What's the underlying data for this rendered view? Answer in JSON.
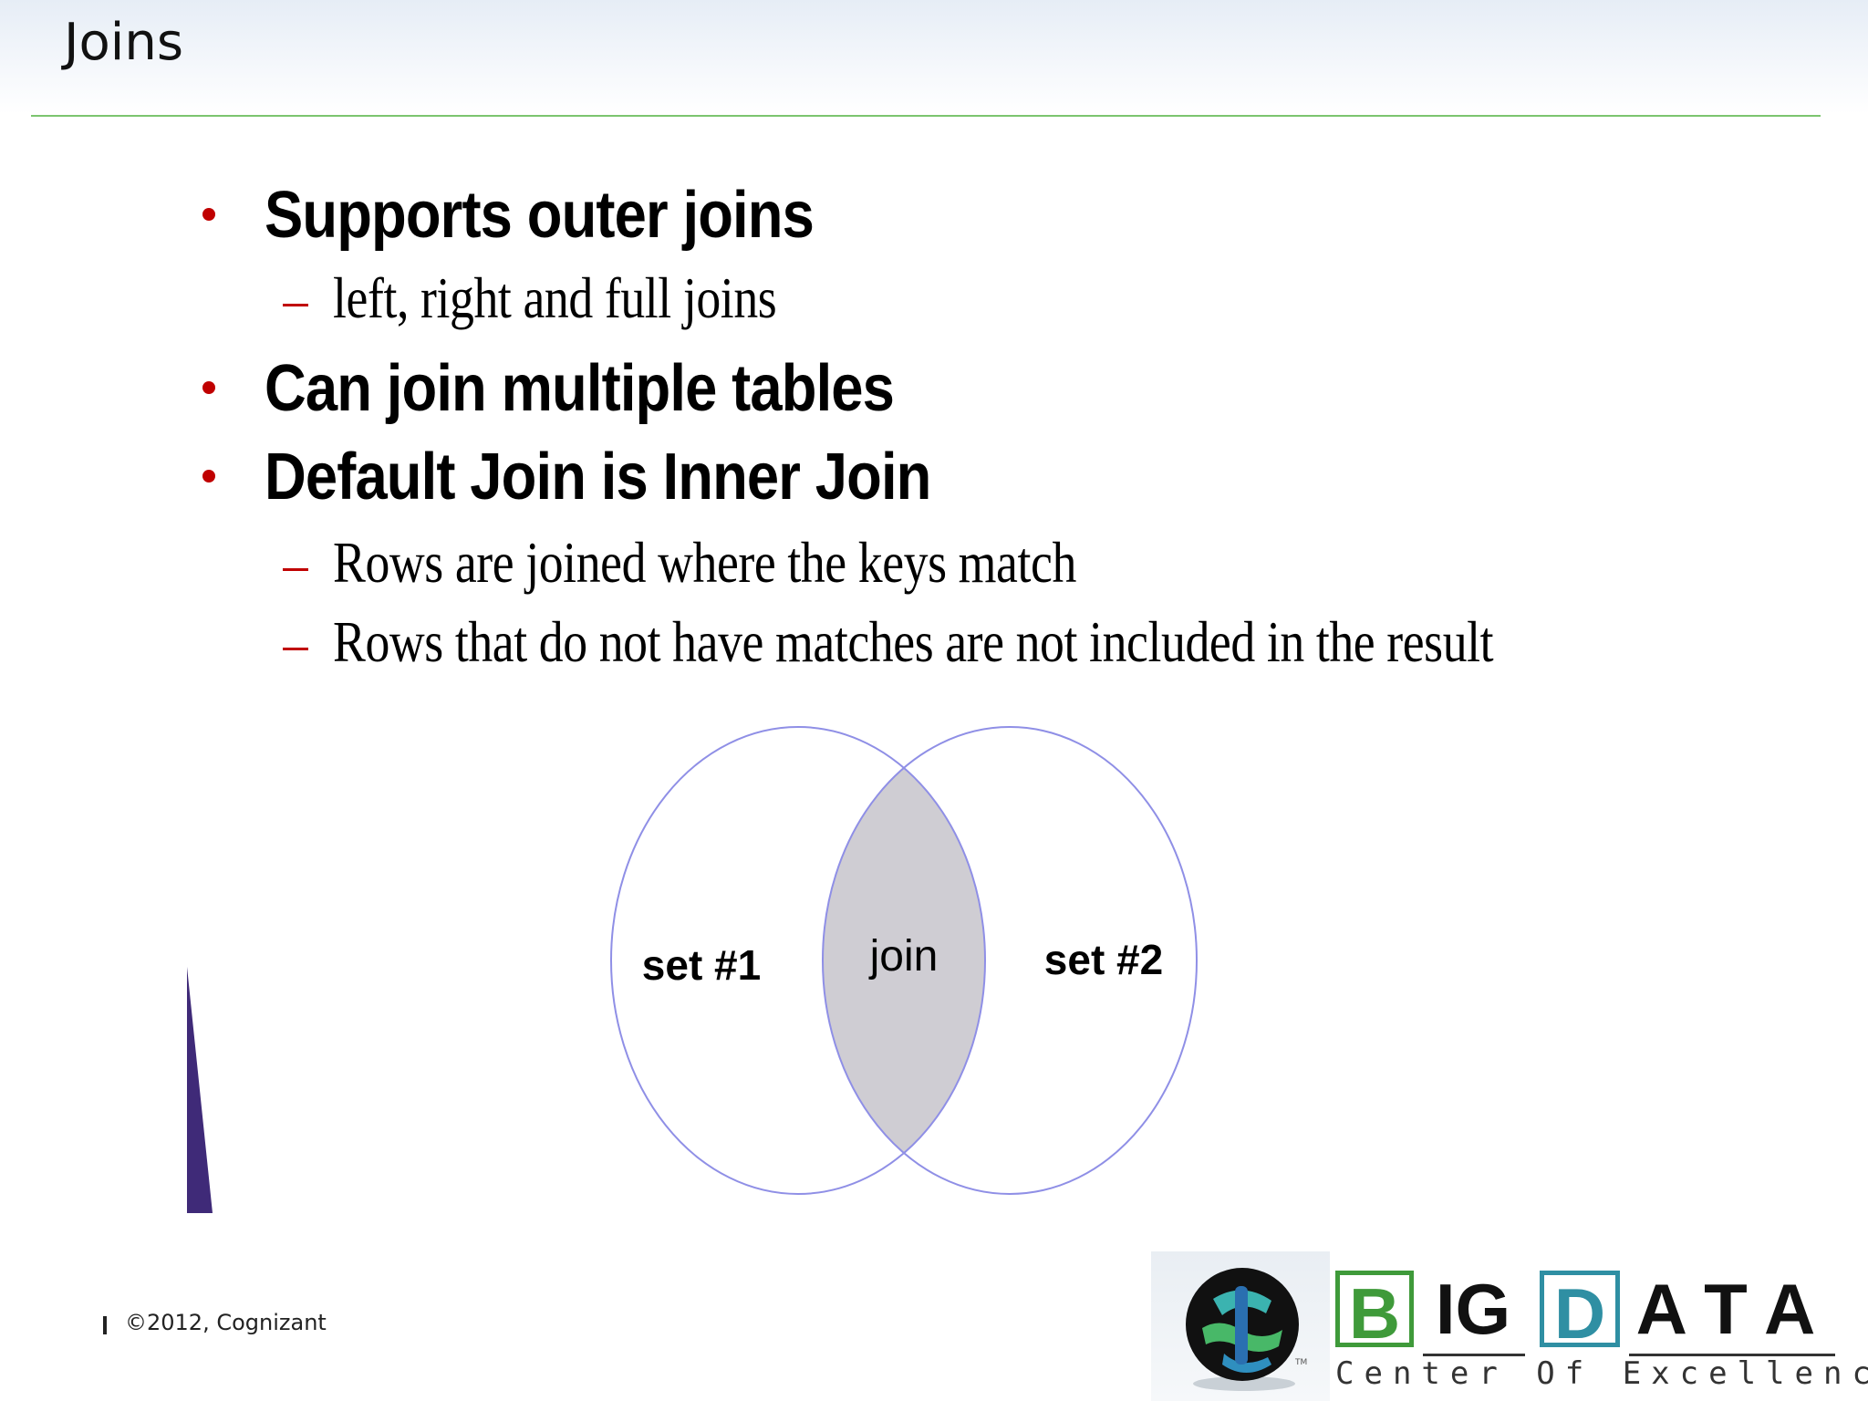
{
  "slide": {
    "title": "Joins"
  },
  "bullets": [
    {
      "text": "Supports outer joins",
      "subs": [
        "left, right and full joins"
      ]
    },
    {
      "text": "Can join multiple tables",
      "subs": []
    },
    {
      "text": "Default Join is Inner Join",
      "subs": [
        "Rows are joined where the keys match",
        "Rows that do not have matches are not included in the result"
      ]
    }
  ],
  "diagram": {
    "left_set_label": "set #1",
    "intersection_label": "join",
    "right_set_label": "set #2",
    "colors": {
      "circle_stroke": "#8f8fe6",
      "intersection_fill": "#cfcdd3"
    }
  },
  "footer": {
    "copyright": "©2012, Cognizant"
  },
  "logo": {
    "emblem_icon": "cognizant-c-globe-icon",
    "brand_letters": [
      "B",
      "IG",
      "D",
      "ATA"
    ],
    "tagline": "Center Of Excellence",
    "colors": {
      "b_green": "#3f9a3a",
      "d_teal": "#2f8fa3",
      "letters_dark": "#111111"
    }
  }
}
